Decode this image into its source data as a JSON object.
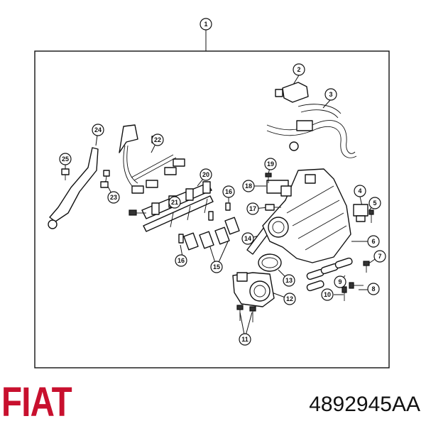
{
  "brand": "FIAT",
  "part_number": "4892945AA",
  "callouts": [
    "1",
    "2",
    "3",
    "4",
    "5",
    "6",
    "7",
    "8",
    "9",
    "10",
    "11",
    "12",
    "13",
    "14",
    "15",
    "16",
    "16",
    "17",
    "18",
    "19",
    "20",
    "21",
    "22",
    "23",
    "24",
    "25"
  ],
  "colors": {
    "brand_red": "#c8102e",
    "line": "#111111"
  }
}
